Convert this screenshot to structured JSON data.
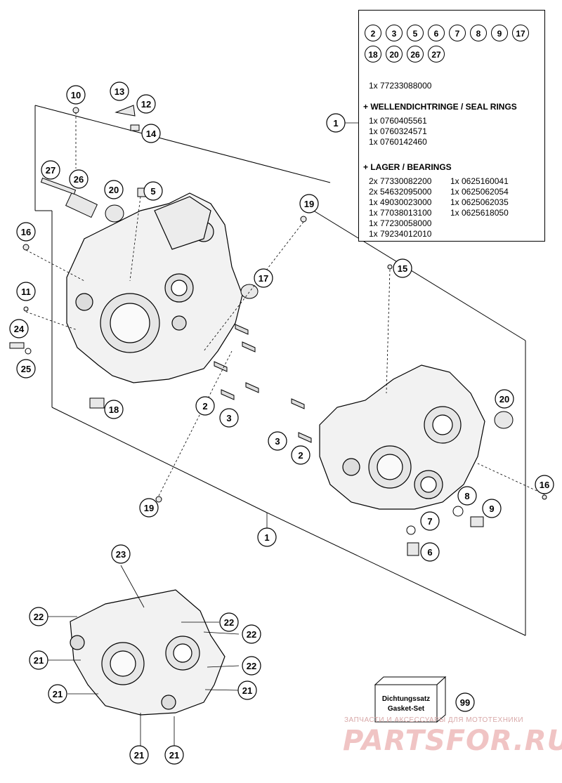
{
  "kit": {
    "parts": [
      "2",
      "3",
      "5",
      "6",
      "7",
      "8",
      "9",
      "17",
      "18",
      "20",
      "26",
      "27"
    ],
    "main_number": "1x 77233088000",
    "seal_title": "+ WELLENDICHTRINGE / SEAL RINGS",
    "seals": [
      "1x 0760405561",
      "1x 0760324571",
      "1x 0760142460"
    ],
    "bearing_title": "+ LAGER / BEARINGS",
    "bearings_left": [
      "2x 77330082200",
      "2x 54632095000",
      "1x 49030023000",
      "1x 77038013100",
      "1x 77230058000",
      "1x 79234012010"
    ],
    "bearings_right": [
      "1x 0625160041",
      "1x 0625062054",
      "1x 0625062035",
      "1x 0625618050"
    ]
  },
  "callouts": [
    "1",
    "2",
    "3",
    "5",
    "6",
    "7",
    "8",
    "9",
    "10",
    "11",
    "12",
    "13",
    "14",
    "15",
    "16",
    "17",
    "18",
    "19",
    "20",
    "21",
    "22",
    "23",
    "24",
    "25",
    "26",
    "27",
    "99"
  ],
  "gasket": {
    "line1": "Dichtungssatz",
    "line2": "Gasket-Set",
    "number": "99"
  },
  "watermark": {
    "subtitle": "ЗАПЧАСТИ И АКСЕССУАРЫ ДЛЯ МОТОТЕХНИКИ",
    "brand": "PARTSFOR.RU"
  },
  "colors": {
    "line": "#000000",
    "watermark": "#f0c4c4"
  }
}
